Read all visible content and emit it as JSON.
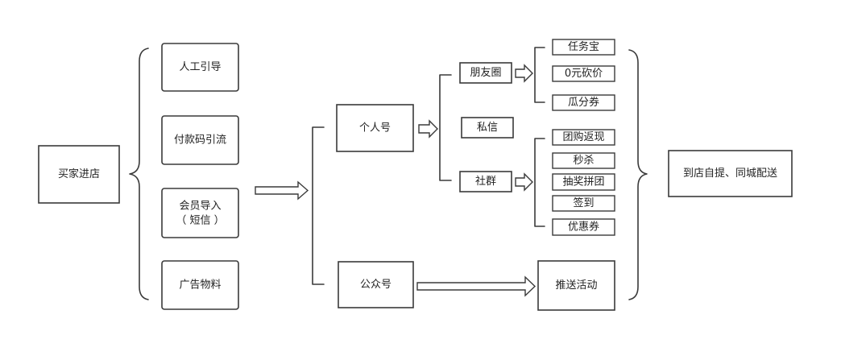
{
  "nodes": {
    "buyer_entry": "买家进店",
    "manual_guide": "人工引导",
    "payment_code": "付款码引流",
    "member_import_line1": "会员导入",
    "member_import_line2": "（ 短信 ）",
    "ad_materials": "广告物料",
    "personal_account": "个人号",
    "official_account": "公众号",
    "moments": "朋友圈",
    "private_msg": "私信",
    "community": "社群",
    "task_treasure": "任务宝",
    "zero_bargain": "0元砍价",
    "split_coupon": "瓜分券",
    "group_cashback": "团购返现",
    "flash_sale": "秒杀",
    "lottery_group": "抽奖拼团",
    "check_in": "签到",
    "discount_coupon": "优惠券",
    "push_activity": "推送活动",
    "pickup_delivery": "到店自提、同城配送"
  }
}
